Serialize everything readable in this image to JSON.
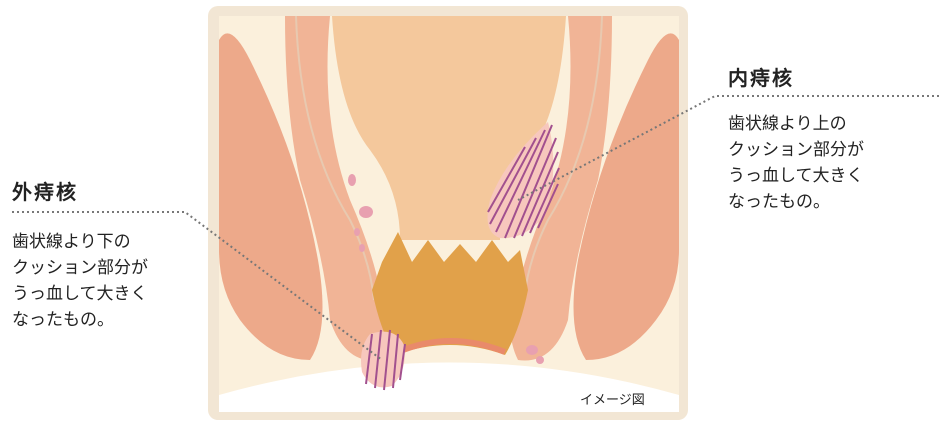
{
  "external": {
    "title": "外痔核",
    "description": "歯状線より下の\nクッション部分が\nうっ血して大きく\nなったもの。"
  },
  "internal": {
    "title": "内痔核",
    "description": "歯状線より上の\nクッション部分が\nうっ血して大きく\nなったもの。"
  },
  "caption": "イメージ図",
  "colors": {
    "frame": "#f2e6d4",
    "background": "#fbf0dc",
    "muscle": "#eda98a",
    "rectum": "#f4c89c",
    "anal_canal": "#e1a14a",
    "hemorrhoid_lines": "#a2508e",
    "leader": "#777777"
  }
}
